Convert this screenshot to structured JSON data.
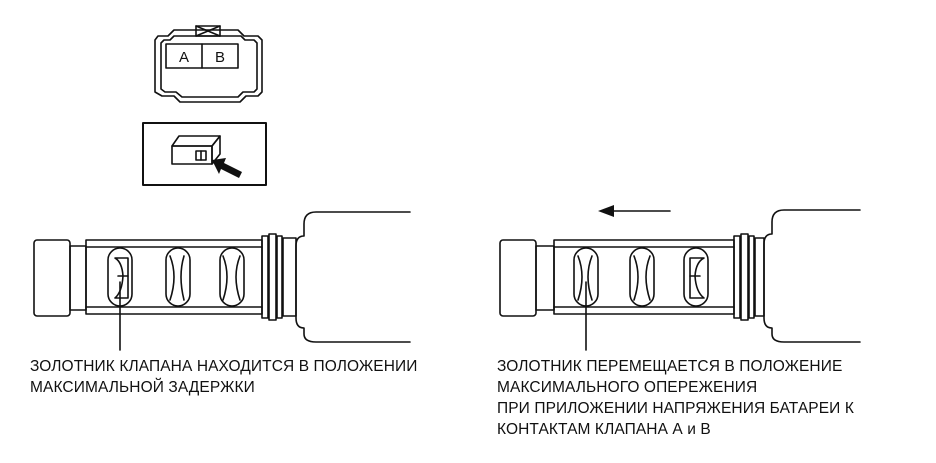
{
  "connector": {
    "pin_a": "A",
    "pin_b": "B"
  },
  "left_caption": {
    "line1": "ЗОЛОТНИК КЛАПАНА НАХОДИТСЯ В ПОЛОЖЕНИИ",
    "line2": "МАКСИМАЛЬНОЙ ЗАДЕРЖКИ"
  },
  "right_caption": {
    "line1": "ЗОЛОТНИК ПЕРЕМЕЩАЕТСЯ В ПОЛОЖЕНИЕ",
    "line2": "МАКСИМАЛЬНОГО ОПЕРЕЖЕНИЯ",
    "line3": "ПРИ ПРИЛОЖЕНИИ НАПРЯЖЕНИЯ БАТАРЕИ К",
    "line4": "КОНТАКТАМ КЛАПАНА А и В"
  }
}
